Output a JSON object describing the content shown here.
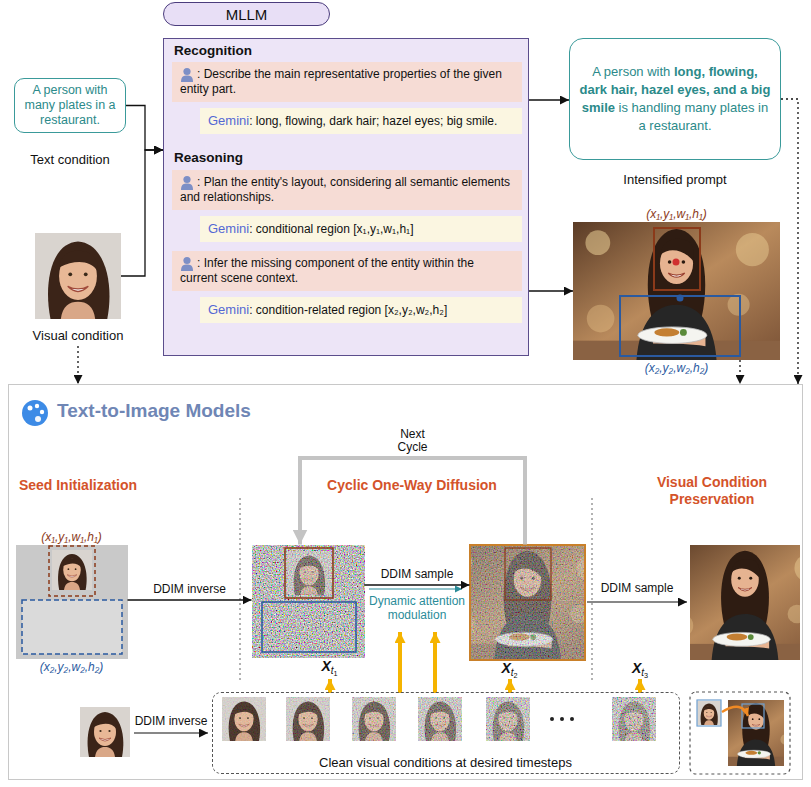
{
  "diagram": {
    "nodes": [
      {
        "text": [
          "MLLM"
        ]
      },
      {
        "text": [
          "A person with many plates in a restaurant.",
          "Text condition"
        ]
      },
      {
        "text": [
          "Visual condition"
        ]
      },
      {
        "text": [
          "Recognition",
          "Reasoning"
        ]
      },
      {
        "text": [
          ": Describe the main representative properties of the given entity part."
        ],
        "in": 3
      },
      {
        "text": [
          "Gemini",
          ": long, flowing, dark hair; hazel eyes; big smile."
        ],
        "in": 3
      },
      {
        "text": [
          ": Plan the entity's layout, considering all semantic elements and relationships."
        ],
        "in": 3
      },
      {
        "text": [
          "Gemini",
          ": conditional region [x₁,y₁,w₁,h₁]"
        ],
        "in": 3
      },
      {
        "text": [
          ": Infer the missing component of the entity within the current scene context."
        ],
        "in": 3
      },
      {
        "text": [
          "Gemini",
          ": condition-related region [x₂,y₂,w₂,h₂]"
        ],
        "in": 3
      },
      {
        "text": [
          "A person with long, flowing, dark hair, hazel eyes, and a big smile is handling many plates in a restaurant.",
          "Intensified prompt"
        ]
      },
      {
        "text": [
          "(x₁,y₁,w₁,h₁)",
          "(x₂,y₂,w₂,h₂)"
        ]
      },
      {
        "text": [
          "Text-to-Image Models"
        ]
      },
      {
        "text": [
          "(x₁,y₁,w₁,h₁)",
          "(x₂,y₂,w₂,h₂)"
        ],
        "in": 12
      },
      {
        "text": [
          "Xt1"
        ],
        "in": 12
      },
      {
        "text": [
          "Xt2"
        ],
        "in": 12
      },
      {
        "text": [
          "Clean visual conditions at desired timesteps"
        ],
        "in": 12
      }
    ],
    "edges": [
      {
        "from": 1,
        "to": 3,
        "arrow": "to"
      },
      {
        "from": 2,
        "to": 3,
        "arrow": "to"
      },
      {
        "from": 3,
        "to": 10,
        "arrow": "to"
      },
      {
        "from": 3,
        "to": 11,
        "arrow": "to"
      },
      {
        "from": 10,
        "to": 12,
        "arrow": "to"
      },
      {
        "from": 11,
        "to": 12,
        "arrow": "to"
      },
      {
        "from": 2,
        "to": 12,
        "arrow": "to"
      },
      {
        "from": 13,
        "to": 14,
        "label": "DDIM inverse",
        "arrow": "to"
      },
      {
        "from": 14,
        "to": 15,
        "label": "DDIM sample",
        "arrow": "to"
      },
      {
        "from": 15,
        "to": 14,
        "label": "Next Cycle",
        "arrow": "to"
      }
    ],
    "labels": [
      "Seed Initialization",
      "Cyclic One-Way Diffusion",
      "Visual Condition Preservation",
      "Dynamic attention modulation",
      "DDIM sample",
      "Xt3",
      "DDIM inverse"
    ]
  }
}
